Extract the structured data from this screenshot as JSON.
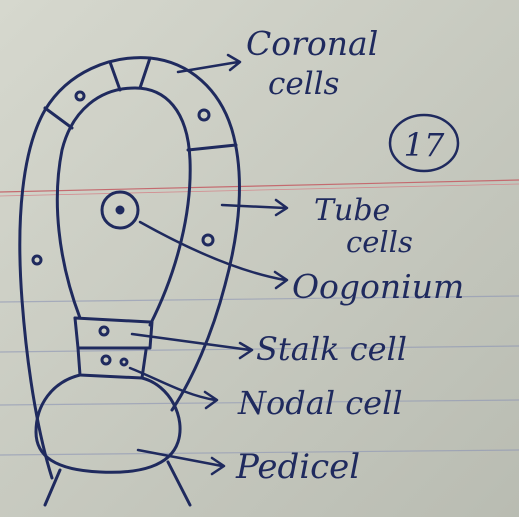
{
  "page_number": "17",
  "labels": {
    "coronal_line1": "Coronal",
    "coronal_line2": "cells",
    "tube_line1": "Tube",
    "tube_line2": "cells",
    "oogonium": "Oogonium",
    "stalk": "Stalk cell",
    "nodal": "Nodal cell",
    "pedicel": "Pedicel"
  },
  "colors": {
    "paper": "#c9ccc2",
    "ink": "#1f2a5e",
    "red_rule": "#c46a6f",
    "blue_rule": "#8a93b4"
  }
}
